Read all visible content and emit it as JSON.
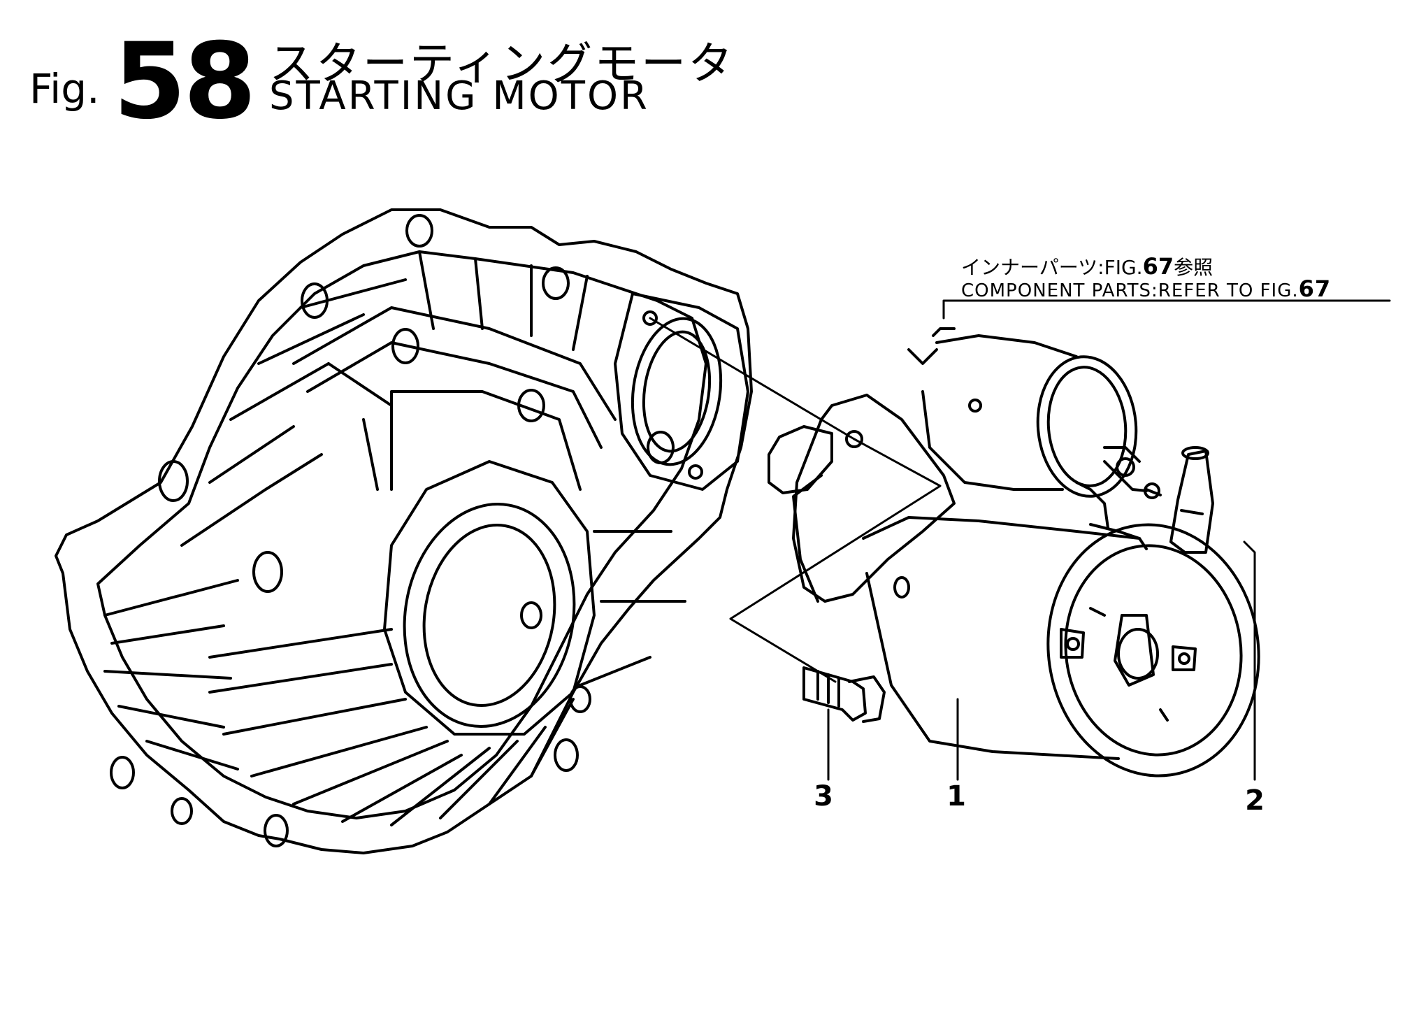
{
  "figure": {
    "prefix": "Fig.",
    "number": "58",
    "title_jp": "スターティングモータ",
    "title_en": "STARTING MOTOR"
  },
  "note": {
    "line1_pre": "インナーパーツ:FIG.",
    "line1_ref": "67",
    "line1_post": "参照",
    "line2_pre": "COMPONENT PARTS:REFER TO FIG.",
    "line2_ref": "67"
  },
  "callouts": [
    {
      "number": "1",
      "part": "starting-motor"
    },
    {
      "number": "2",
      "part": "terminal-cap"
    },
    {
      "number": "3",
      "part": "bolt"
    }
  ]
}
